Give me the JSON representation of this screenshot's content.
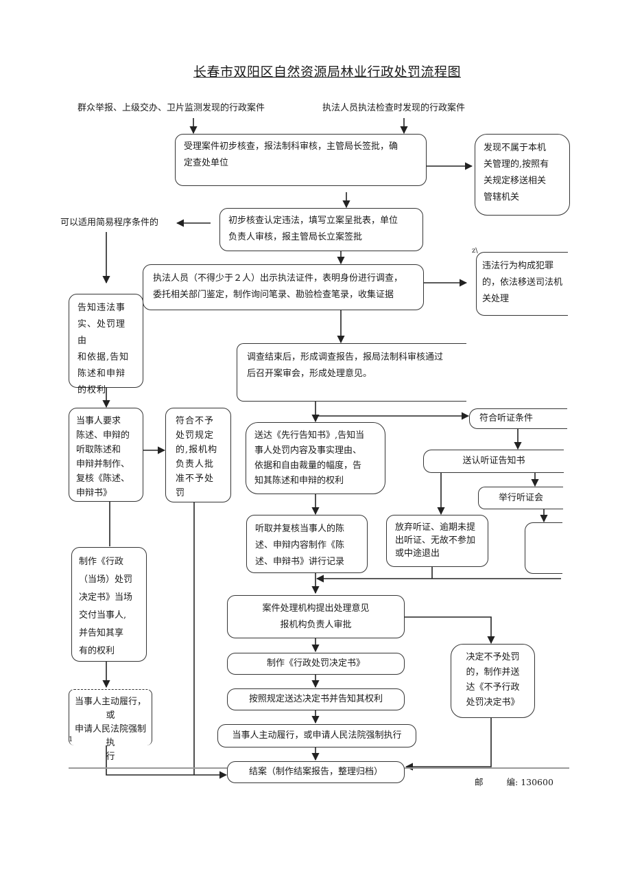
{
  "title": "长春市双阳区自然资源局林业行政处罚流程图",
  "sources": {
    "left": "群众举报、上级交办、卫片监测发现的行政案件",
    "right": "执法人员执法检查时发现的行政案件"
  },
  "boxes": {
    "accept": "受理案件初步核查，报法制科审核，主管局长签批，确\n定查处单位",
    "transfer_other": "发现不属于本机\n关管理的,按照有\n关规定移送相关\n管辖机关",
    "simple_procedure": "可以适用简易程序条件的",
    "register": "初步核查认定违法，填写立案呈批表，单位\n负责人审核，报主管局长立案签批",
    "investigate": "执法人员（不得少于２人）出示执法证件，表明身份进行调查，\n委托相关部门鉴定，制作询问笔录、勘验检查笔录，收集证据",
    "crime_mark": "z\\",
    "crime_transfer": "违法行为构成犯罪\n的，依法移送司法机\n关处理",
    "notify_rights": "告知违法事\n实、处罚理由\n和依据,告知\n陈述和申辩\n的权利",
    "review_meeting": "调查结束后，形成调查报告，报局法制科审核通过\n后召开案审会，形成处理意见。",
    "hearing_condition": "符合听证条件",
    "statement_review": "当事人要求\n陈述、申辩的\n听取陈述和\n申辩并制作、\n复核《陈述、\n申辩书》",
    "no_penalty_approve": "符合不予\n处罚规定\n的,报机构\n负责人批\n准不予处\n罚",
    "advance_notice": "送达《先行告知书》,告知当\n事人处罚内容及事实理由、\n依据和自由裁量的幅度，告\n知其陈述和申辩的权利",
    "hearing_notice": "送认听证告知书",
    "hold_hearing": "举行听证会",
    "waive_hearing": "放弃听证、逾期未提\n出听证、无故不参加\n或中途退出",
    "hear_statement": "听取并复核当事人的陈\n述、申辩内容制作《陈\n述、申辩书》讲行记录",
    "onsite_decision": "制作《行政\n（当场）处罚\n决定书》当场\n交付当事人,\n并告知其享\n有的权利",
    "propose_opinion": "案件处理机构提出处理意见\n报机构负责人审批",
    "no_penalty_decision": "决定不予处罚\n的，制作并送\n达《不予行政\n处罚决定书》",
    "make_decision": "制作《行政处罚决定书》",
    "deliver_decision": "按照规定送达决定书并告知其权利",
    "execute_left": "当事人主动履行，或\n申请人民法院强制执\n行",
    "execute_left_mark": "1",
    "execute_main": "当事人主动履行，或申请人民法院强制执行",
    "close_case": "结案（制作结案报告，整理归档）"
  },
  "footer": {
    "postcode_label": "邮",
    "postcode_label2": "编:",
    "postcode": "130600"
  }
}
